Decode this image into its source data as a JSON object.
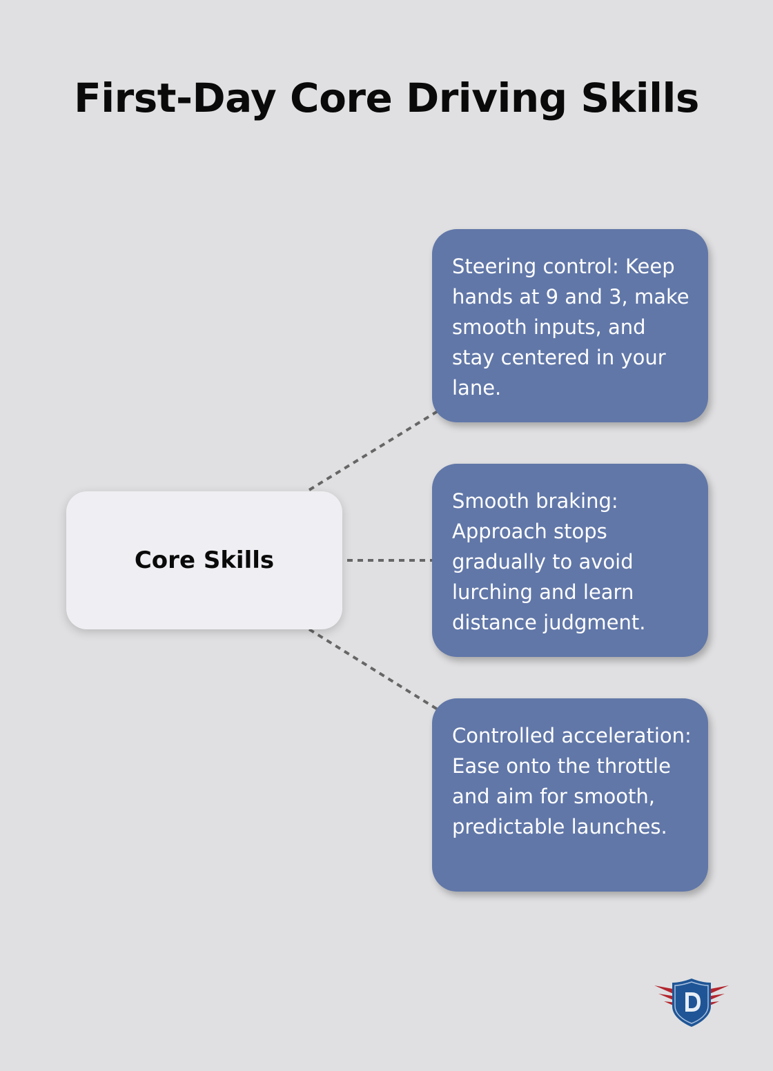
{
  "title": "First-Day Core Driving Skills",
  "center_node": {
    "label": "Core Skills"
  },
  "leaves": [
    {
      "text": "Steering control: Keep hands at 9 and 3, make smooth inputs, and stay centered in your lane."
    },
    {
      "text": "Smooth braking: Approach stops gradually to avoid lurching and learn distance judgment."
    },
    {
      "text": "Controlled acceleration: Ease onto the throttle and aim for smooth, predictable launches."
    }
  ],
  "logo": {
    "letter": "D",
    "icon": "winged-shield-logo"
  },
  "colors": {
    "background": "#e0e0e2",
    "center_node": "#efeff3",
    "leaf_node": "#6177a8",
    "connector": "#666666",
    "logo_shield": "#1f5596",
    "logo_wings": "#b3262e"
  }
}
